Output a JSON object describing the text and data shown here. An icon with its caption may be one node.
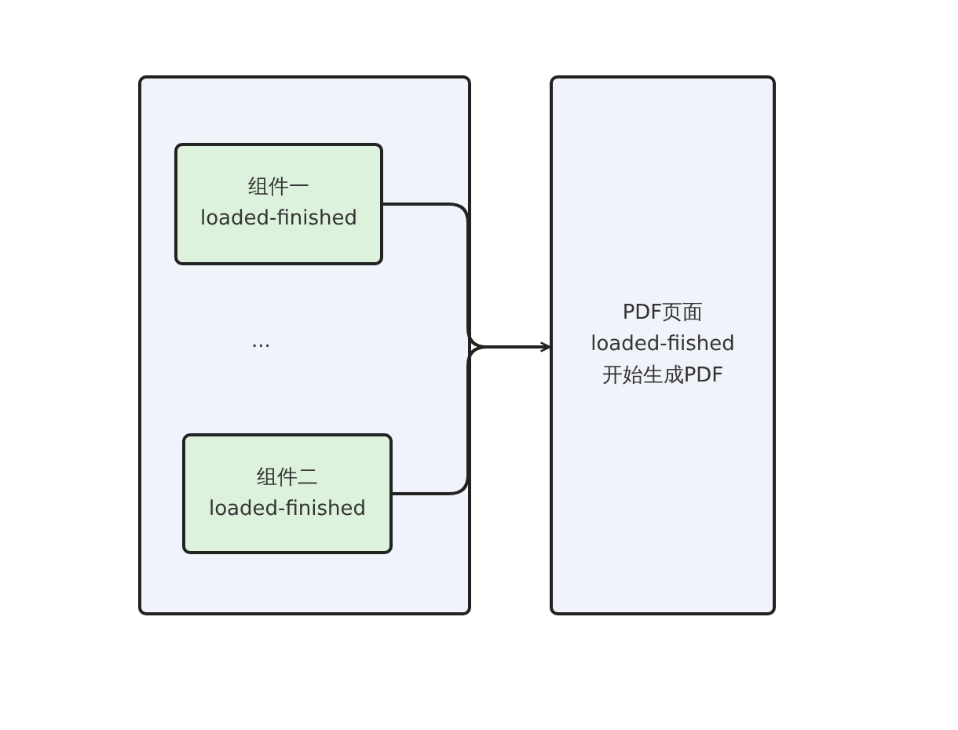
{
  "diagram": {
    "nodes": [
      {
        "text": [],
        "shape": "box"
      },
      {
        "text": [
          "组件一",
          "loaded-finished"
        ],
        "in": 0
      },
      {
        "text": [
          "组件二",
          "loaded-finished"
        ],
        "in": 0
      },
      {
        "text": [
          "PDF页面",
          "loaded-fiished",
          "开始生成PDF"
        ]
      }
    ],
    "edges": [
      {
        "from": 1,
        "to": 3,
        "arrow": "to"
      },
      {
        "from": 2,
        "to": 3,
        "arrow": "to"
      }
    ],
    "labels": [
      "..."
    ]
  }
}
